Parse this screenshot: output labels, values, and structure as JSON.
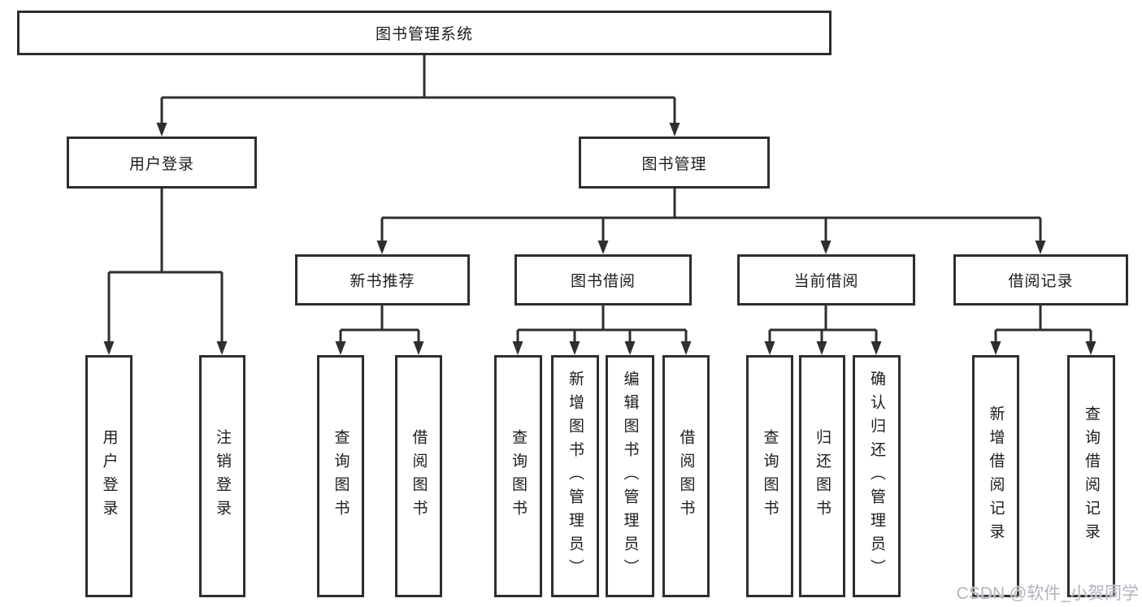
{
  "diagram": {
    "root_label": "图书管理系统",
    "branches": [
      {
        "label": "用户登录",
        "leaves": [
          "用户登录",
          "注销登录"
        ]
      },
      {
        "label": "图书管理",
        "children": [
          {
            "label": "新书推荐",
            "leaves": [
              "查询图书",
              "借阅图书"
            ]
          },
          {
            "label": "图书借阅",
            "leaves": [
              "查询图书",
              "新增图书（管理员）",
              "编辑图书（管理员）",
              "借阅图书"
            ]
          },
          {
            "label": "当前借阅",
            "leaves": [
              "查询图书",
              "归还图书",
              "确认归还（管理员）"
            ]
          },
          {
            "label": "借阅记录",
            "leaves": [
              "新增借阅记录",
              "查询借阅记录"
            ]
          }
        ]
      }
    ]
  },
  "watermark": "CSDN @软件_小贺同学",
  "colors": {
    "background": "#ffffff",
    "line": "#2e2e2e",
    "box_border": "#2e2e2e",
    "text": "#1c1c1c",
    "watermark": "#acb0b7"
  }
}
